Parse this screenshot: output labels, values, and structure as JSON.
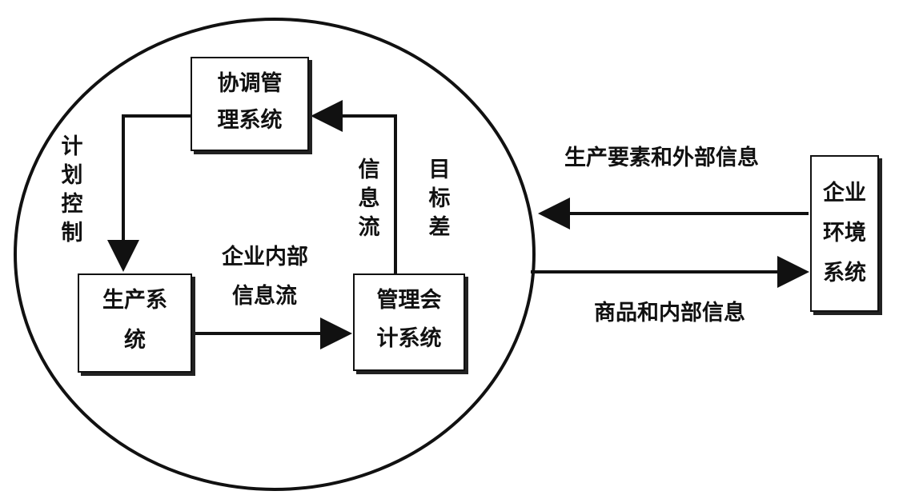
{
  "boxes": {
    "coordination": {
      "line1": "协调管",
      "line2": "理系统"
    },
    "production": {
      "line1": "生产系",
      "line2": "统"
    },
    "accounting": {
      "line1": "管理会",
      "line2": "计系统"
    },
    "environment": {
      "line1": "企业",
      "line2": "环境",
      "line3": "系统"
    }
  },
  "labels": {
    "plan_control": [
      "计",
      "划",
      "控",
      "制"
    ],
    "info_flow": [
      "信",
      "息",
      "流"
    ],
    "target_gap": [
      "目",
      "标",
      "差"
    ],
    "internal_info_line1": "企业内部",
    "internal_info_line2": "信息流",
    "inputs": "生产要素和外部信息",
    "outputs": "商品和内部信息"
  }
}
